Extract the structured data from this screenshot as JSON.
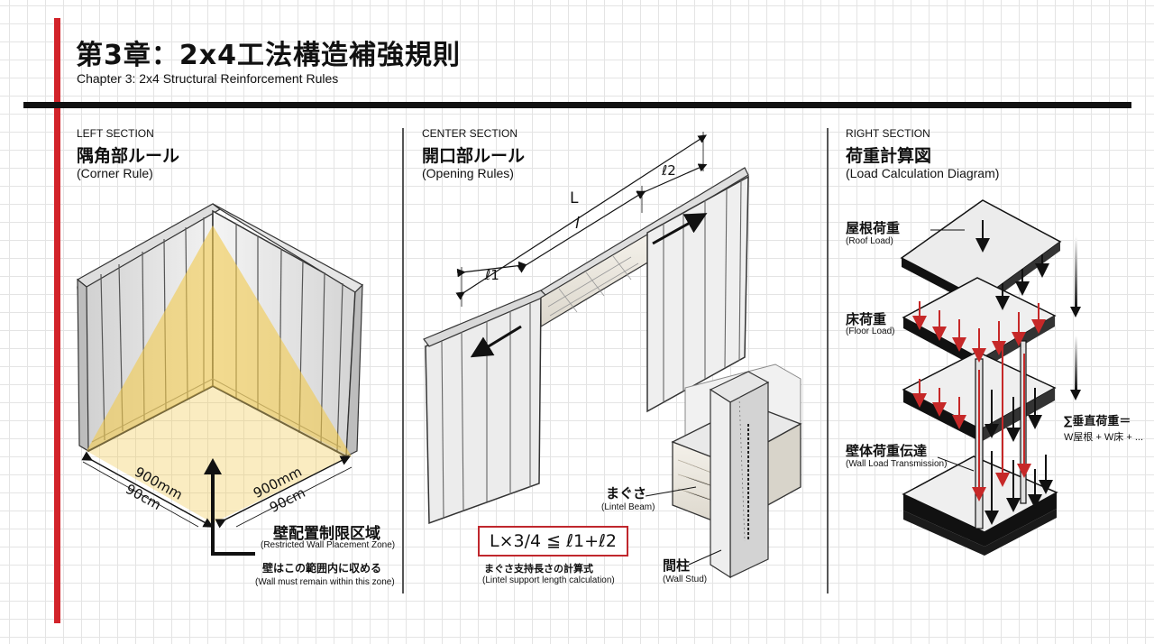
{
  "header": {
    "title": "第3章：2x4工法構造補強規則",
    "subtitle": "Chapter 3: 2x4 Structural Reinforcement Rules"
  },
  "left": {
    "section_label": "LEFT SECTION",
    "heading": "隅角部ルール",
    "sub": "(Corner Rule)",
    "dim_left_mm": "900mm",
    "dim_left_cm": "90cm",
    "dim_right_mm": "900mm",
    "dim_right_cm": "90cm",
    "zone_jp": "壁配置制限区域",
    "zone_en": "(Restricted Wall Placement Zone)",
    "note_jp": "壁はこの範囲内に収める",
    "note_en": "(Wall must remain within this zone)"
  },
  "center": {
    "section_label": "CENTER SECTION",
    "heading": "開口部ルール",
    "sub": "(Opening Rules)",
    "dim_L": "L",
    "dim_l": "l",
    "dim_l1": "ℓ1",
    "dim_l2": "ℓ2",
    "lintel_jp": "まぐさ",
    "lintel_en": "(Lintel Beam)",
    "stud_jp": "間柱",
    "stud_en": "(Wall Stud)",
    "formula": "L×3/4 ≦ ℓ1+ℓ2",
    "formula_jp": "まぐさ支持長さの計算式",
    "formula_en": "(Lintel support length calculation)"
  },
  "right": {
    "section_label": "RIGHT SECTION",
    "heading": "荷重計算図",
    "sub": "(Load Calculation Diagram)",
    "roof_jp": "屋根荷重",
    "roof_en": "(Roof Load)",
    "floor_jp": "床荷重",
    "floor_en": "(Floor Load)",
    "wall_jp": "壁体荷重伝達",
    "wall_en": "(Wall Load Transmission)",
    "sum_jp": "∑垂直荷重＝",
    "sum_formula": "W屋根 + W床 + ..."
  },
  "colors": {
    "accent_red": "#d2232a",
    "zone_yellow": "#f2c94c"
  }
}
